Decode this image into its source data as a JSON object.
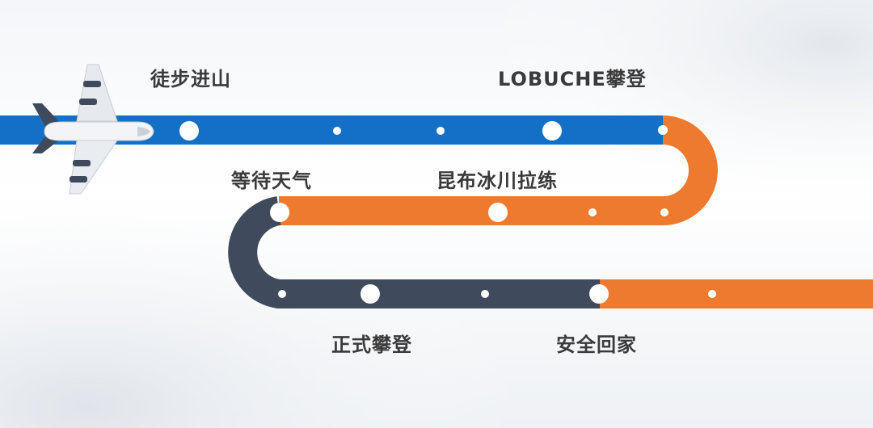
{
  "colors": {
    "blue": "#1470c4",
    "orange": "#ee7a2f",
    "navy": "#3f4a5c",
    "dot": "#ffffff",
    "label": "#3a3a3a"
  },
  "stages": {
    "trek_in": "徒步进山",
    "lobuche_climb": "LOBUCHE攀登",
    "wait_weather": "等待天气",
    "khumbu_training": "昆布冰川拉练",
    "summit_push": "正式攀登",
    "safe_return": "安全回家"
  }
}
